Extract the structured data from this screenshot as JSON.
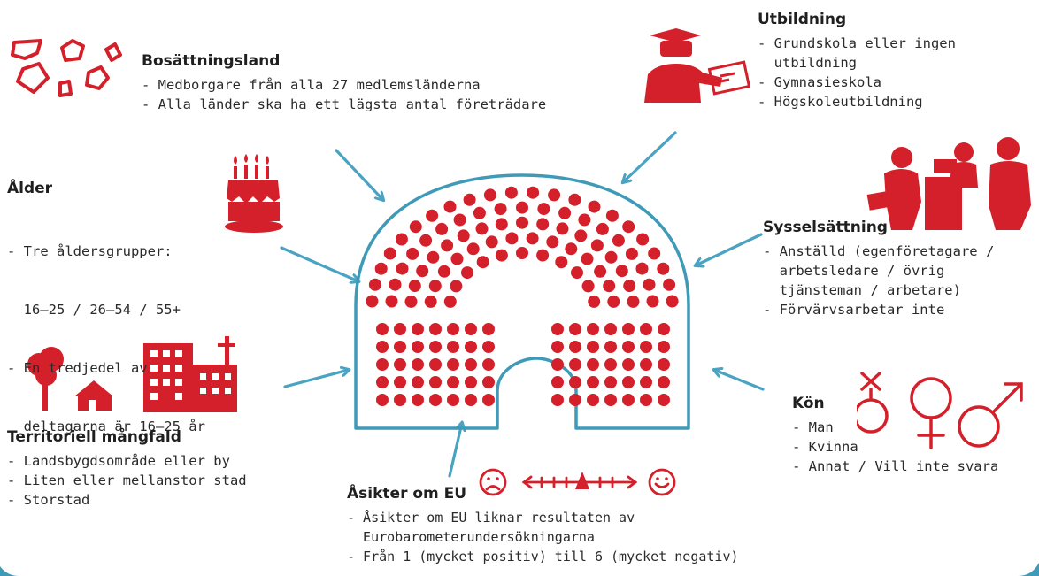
{
  "colors": {
    "accent_red": "#d4202a",
    "arrow_teal": "#4aa3c3",
    "outline_teal": "#3f9ab8",
    "text": "#2a2a2a"
  },
  "categories": {
    "residence": {
      "title": "Bosättningsland",
      "items": [
        "- Medborgare från alla 27 medlemsländerna",
        "- Alla länder ska ha ett lägsta antal företrädare"
      ],
      "icon": "country-shapes-icon"
    },
    "age": {
      "title": "Ålder",
      "items": [
        "- Tre åldersgrupper:",
        "  16–25 / 26–54 / 55+",
        "- En tredjedel av",
        "  deltagarna är 16–25 år"
      ],
      "icon": "birthday-cake-icon"
    },
    "territorial": {
      "title": "Territoriell mångfald",
      "items": [
        "- Landsbygdsområde eller by",
        "- Liten eller mellanstor stad",
        "- Storstad"
      ],
      "icon": "town-and-city-icon"
    },
    "eu_opinions": {
      "title": "Åsikter om EU",
      "items": [
        "- Åsikter om EU liknar resultaten av",
        "  Eurobarometerundersökningarna",
        "- Från 1 (mycket positiv) till 6 (mycket negativ)"
      ],
      "icon": "opinion-scale-icon"
    },
    "education": {
      "title": "Utbildning",
      "items": [
        "- Grundskola eller ingen",
        "  utbildning",
        "- Gymnasieskola",
        "- Högskoleutbildning"
      ],
      "icon": "graduate-icon"
    },
    "employment": {
      "title": "Sysselsättning",
      "items": [
        "- Anställd (egenföretagare /",
        "  arbetsledare / övrig",
        "  tjänsteman / arbetare)",
        "- Förvärvsarbetar inte"
      ],
      "icon": "workers-icon"
    },
    "gender": {
      "title": "Kön",
      "items": [
        "- Man",
        "- Kvinna",
        "- Annat / Vill inte svara"
      ],
      "icon": "gender-symbols-icon"
    }
  }
}
